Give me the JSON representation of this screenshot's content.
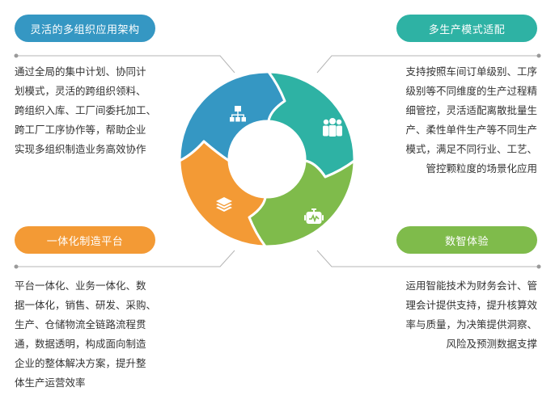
{
  "colors": {
    "blue": "#3597c3",
    "teal": "#2eb2a4",
    "orange": "#f39a35",
    "green": "#7fbb4b",
    "text": "#333333",
    "line": "#b5b5b5"
  },
  "blocks": [
    {
      "id": "flexible-multi-org",
      "title": "灵活的多组织应用架构",
      "icon": "org-chart-icon",
      "color": "#3597c3",
      "lines": [
        "通过全局的集中计划、协同计",
        "划模式，灵活的跨组织领料、",
        "跨组织入库、工厂间委托加工、",
        "跨工厂工序协作等，帮助企业",
        "实现多组织制造业务高效协作"
      ]
    },
    {
      "id": "multi-production-mode",
      "title": "多生产模式适配",
      "icon": "people-group-icon",
      "color": "#2eb2a4",
      "lines": [
        "支持按照车间订单级别、工序",
        "级别等不同维度的生产过程精",
        "细管控，灵活适配离散批量生",
        "产、柔性单件生产等不同生产",
        "模式，满足不同行业、工艺、",
        "管控颗粒度的场景化应用"
      ]
    },
    {
      "id": "integrated-platform",
      "title": "一体化制造平台",
      "icon": "layers-icon",
      "color": "#f39a35",
      "lines": [
        "平台一体化、业务一体化、数",
        "据一体化，销售、研发、采购、",
        "生产、仓储物流全链路流程贯",
        "通，数据透明，构成面向制造",
        "企业的整体解决方案，提升整",
        "体生产运营效率"
      ]
    },
    {
      "id": "digital-intelligence",
      "title": "数智体验",
      "icon": "robot-icon",
      "color": "#7fbb4b",
      "lines": [
        "运用智能技术为财务会计、管",
        "理会计提供支持，提升核算效",
        "率与质量，为决策提供洞察、",
        "风险及预测数据支撑"
      ]
    }
  ]
}
